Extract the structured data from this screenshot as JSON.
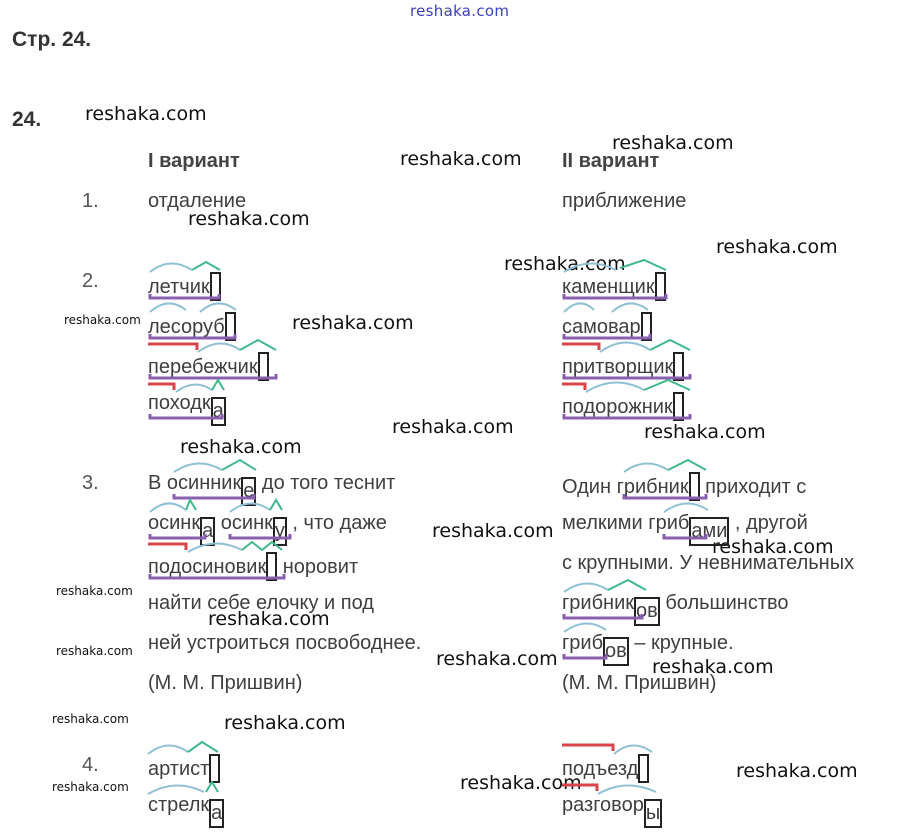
{
  "watermark_top": "reshaka.com",
  "page_heading": "Стр. 24.",
  "exercise_number": "24.",
  "watermark": "reshaka.com",
  "variants": {
    "left_title": "I вариант",
    "right_title": "II вариант"
  },
  "items": [
    {
      "num": "1.",
      "left": [
        "отдаление"
      ],
      "right": [
        "приближение"
      ]
    },
    {
      "num": "2.",
      "left": [
        {
          "stem": "летчик",
          "ending": ""
        },
        {
          "stem": "лесоруб",
          "ending": ""
        },
        {
          "stem": "перебежчик",
          "ending": ""
        },
        {
          "stem": "походк",
          "ending": "а"
        }
      ],
      "right": [
        {
          "stem": "каменщик",
          "ending": ""
        },
        {
          "stem": "самовар",
          "ending": ""
        },
        {
          "stem": "притворщик",
          "ending": ""
        },
        {
          "stem": "подорожник",
          "ending": ""
        }
      ]
    },
    {
      "num": "3.",
      "left": {
        "line1_pre": "В ",
        "line1_word_stem": "осинник",
        "line1_word_ending": "е",
        "line1_post": " до того теснит",
        "line2_word1_stem": "осинк",
        "line2_word1_ending": "а",
        "line2_word2_stem": "осинк",
        "line2_word2_ending": "у",
        "line2_post": " , что даже",
        "line3_word_stem": "подосиновик",
        "line3_word_ending": "",
        "line3_post": " норовит",
        "line4": "найти себе елочку и под",
        "line5": "ней устроиться посвободнее.",
        "author": "(М. М. Пришвин)"
      },
      "right": {
        "line1_pre": "Один ",
        "line1_word_stem": "грибник",
        "line1_word_ending": "",
        "line1_post": " приходит с",
        "line2_pre": "мелкими ",
        "line2_word_stem": "гриб",
        "line2_word_ending": "ами",
        "line2_post": " , другой",
        "line3": "с крупными. У невнимательных",
        "line4_word_stem": "грибник",
        "line4_word_ending": "ов",
        "line4_post": " большинство",
        "line5_word_stem": "гриб",
        "line5_word_ending": "ов",
        "line5_post": " – крупные.",
        "author": "(М. М. Пришвин)"
      }
    },
    {
      "num": "4.",
      "left": [
        {
          "stem": "артист",
          "ending": ""
        },
        {
          "stem": "стрелк",
          "ending": "а"
        }
      ],
      "right": [
        {
          "stem": "подъезд",
          "ending": ""
        },
        {
          "stem": "разговор",
          "ending": "ы"
        }
      ]
    }
  ],
  "colors": {
    "prefix": "#d9434a",
    "root": "#8fc0d6",
    "suffix": "#3fb88a",
    "stem": "#8a5fb0",
    "ending_box": "#222222",
    "watermark_top": "#3a3fbf"
  }
}
